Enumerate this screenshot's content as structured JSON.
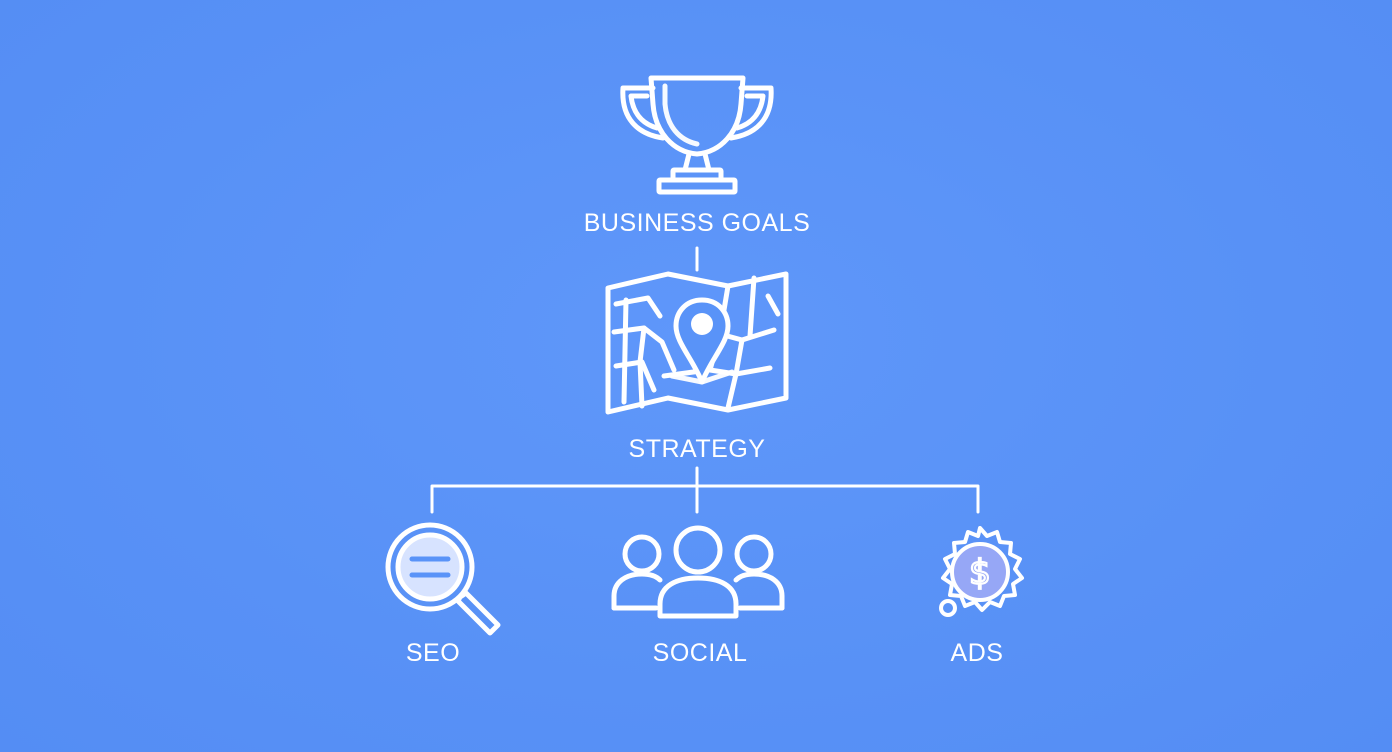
{
  "colors": {
    "background": "#5993f8",
    "foreground": "#ffffff",
    "accent_fill": "#d7e3ff",
    "ads_accent": "#c9b8f5"
  },
  "nodes": {
    "goals": {
      "label": "BUSINESS GOALS",
      "icon": "trophy-icon"
    },
    "strategy": {
      "label": "STRATEGY",
      "icon": "map-pin-icon"
    },
    "seo": {
      "label": "SEO",
      "icon": "magnifier-icon"
    },
    "social": {
      "label": "SOCIAL",
      "icon": "people-group-icon"
    },
    "ads": {
      "label": "ADS",
      "icon": "dollar-gear-icon"
    }
  }
}
